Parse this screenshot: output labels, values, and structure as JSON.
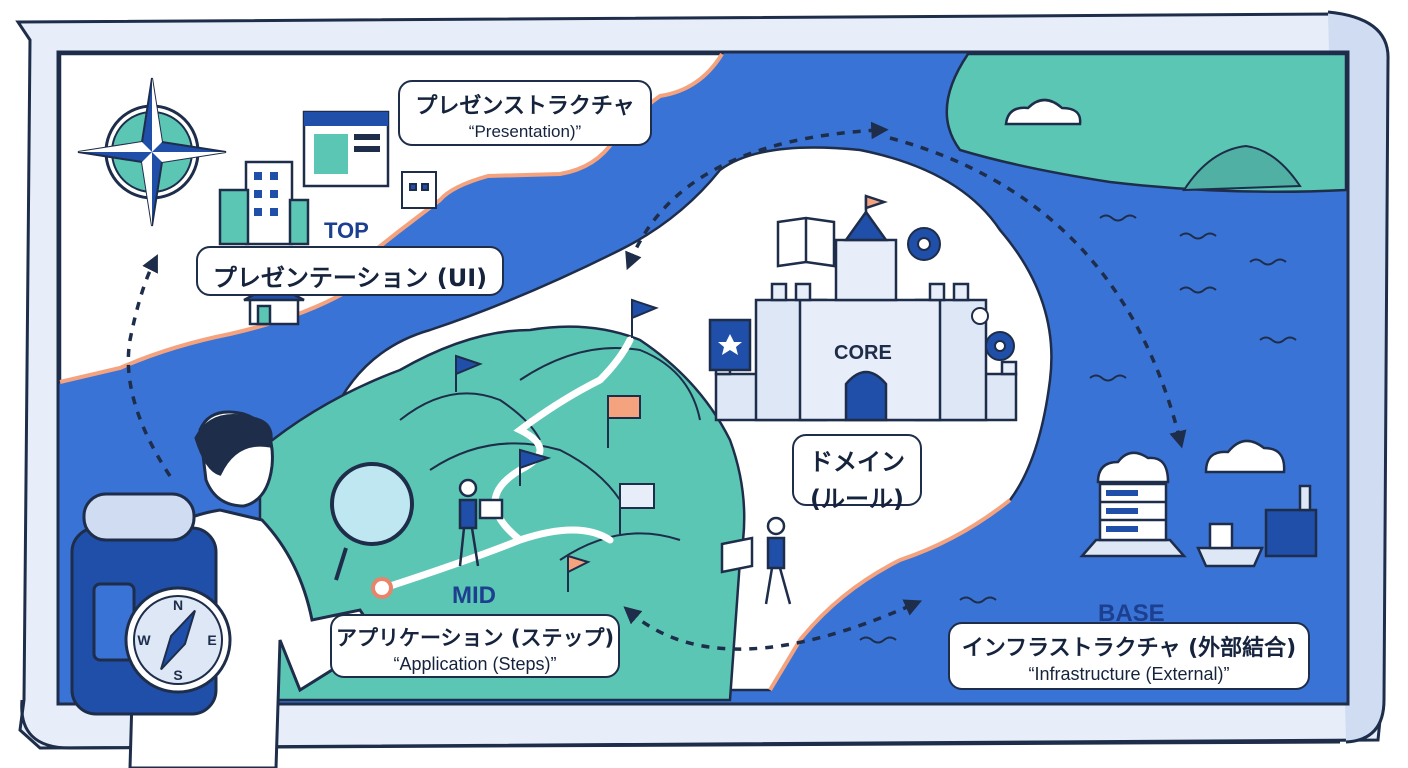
{
  "colors": {
    "sea": "#3a73d6",
    "land_green": "#5cc6b4",
    "outline": "#1e2d4a",
    "paper": "#eaf1fb",
    "accent_orange": "#f4a37e",
    "dark_blue": "#1f4fa8"
  },
  "icons": [
    "compass-rose-icon",
    "browser-window-icon",
    "building-icon",
    "house-icon",
    "castle-icon",
    "book-icon",
    "gear-icon",
    "cloud-icon",
    "server-icon",
    "ship-icon",
    "factory-icon",
    "magnifier-icon",
    "backpack-icon",
    "compass-icon",
    "flag-icon"
  ],
  "layers": {
    "presentation": {
      "tier": "TOP",
      "title_box_jp": "プレゼンストラクチャ",
      "title_box_en": "“Presentation)”",
      "main_label": "プレゼンテーション (UI)"
    },
    "domain": {
      "castle_label": "CORE",
      "label_line1": "ドメイン",
      "label_line2": "(ルール)"
    },
    "application": {
      "tier": "MID",
      "label_jp": "アプリケーション (ステップ)",
      "label_en": "“Application (Steps)”"
    },
    "infrastructure": {
      "tier": "BASE",
      "label_jp": "インフラストラクチャ (外部結合)",
      "label_en": "“Infrastructure (External)”"
    }
  },
  "compass": {
    "n": "N",
    "s": "S",
    "w": "W",
    "e": "E"
  }
}
